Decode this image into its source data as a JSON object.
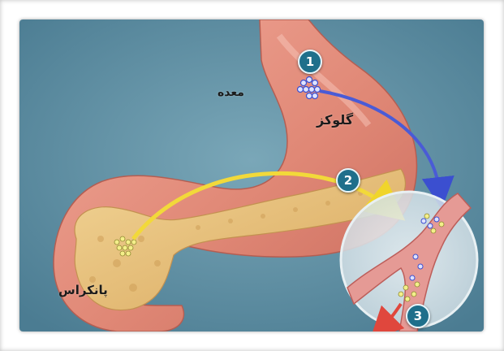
{
  "labels": {
    "stomach": "معده",
    "glucose": "گلوکز",
    "pancreas": "پانکراس"
  },
  "steps": [
    "1",
    "2",
    "3"
  ],
  "colors": {
    "background": "#5e8ea3",
    "stomach": "#e58b7c",
    "pancreas": "#e7c37a",
    "glucose_arrow": "#4a5bd6",
    "insulin_arrow": "#f2d93a",
    "badge": "#1f6f8b",
    "vessel": "#d97c7c"
  },
  "icons": {
    "glucose_cluster": "glucose-molecule-cluster",
    "insulin_cluster": "insulin-molecule-cluster",
    "blood_vessel_zoom": "blood-vessel-magnifier"
  }
}
